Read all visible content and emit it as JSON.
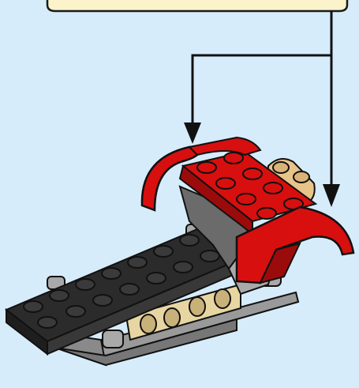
{
  "instruction_step": {
    "callout_box": {
      "fill": "#fbf3c9",
      "stroke": "#1a1a1a"
    },
    "arrows": [
      {
        "name": "arrow-to-left-fender"
      },
      {
        "name": "arrow-to-right-fender"
      }
    ],
    "model": {
      "colors": {
        "background": "#d6ecfb",
        "red": "#d80f0f",
        "red_dark": "#9c0b0b",
        "black": "#2b2b2b",
        "black_stud": "#3a3a3a",
        "dark_gray": "#6b6b6b",
        "light_gray": "#a9a9a9",
        "tan": "#e8d6a2",
        "tan_dark": "#c9b27a",
        "outline": "#111111"
      },
      "parts": [
        "black-plate-2x8",
        "gray-base-plate",
        "tan-brick-with-holes",
        "gray-slope-wedge",
        "red-fender-left",
        "red-fender-right",
        "red-plate-2x4",
        "tan-connector-piece",
        "gray-pin-connectors"
      ]
    }
  }
}
